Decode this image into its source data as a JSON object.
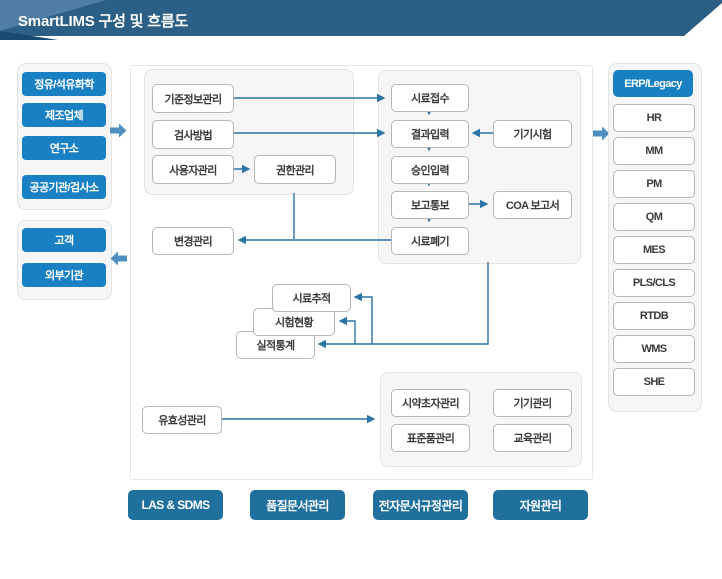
{
  "header": {
    "title": "SmartLIMS 구성 및 흐름도"
  },
  "colors": {
    "header_bg": "#2c5f86",
    "header_light": "#4f7da3",
    "header_dark": "#174a6e",
    "accent_blue": "#1a80c4",
    "module_button_blue": "#20709e",
    "connector_line": "#2b74a6",
    "block_arrow": "#4e8fc0"
  },
  "left_panel": {
    "industries": [
      "정유/석유화학",
      "제조업체",
      "연구소",
      "공공기관/검사소"
    ],
    "externals": [
      "고객",
      "외부기관"
    ]
  },
  "master_group": {
    "items": [
      "기준정보관리",
      "검사방법",
      "사용자관리",
      "권한관리"
    ]
  },
  "change_box": "변경관리",
  "flow_group": {
    "steps": [
      "시료접수",
      "결과입력",
      "승인입력",
      "보고통보",
      "시료폐기"
    ],
    "side": [
      "기기시험",
      "COA 보고서"
    ]
  },
  "analysis_boxes": [
    "시료추적",
    "시험현황",
    "실적통계"
  ],
  "validation_box": "유효성관리",
  "resource_group": {
    "items": [
      "시약초자관리",
      "기기관리",
      "표준품관리",
      "교육관리"
    ]
  },
  "right_panel": {
    "header": "ERP/Legacy",
    "items": [
      "HR",
      "MM",
      "PM",
      "QM",
      "MES",
      "PLS/CLS",
      "RTDB",
      "WMS",
      "SHE"
    ]
  },
  "bottom_buttons": [
    "LAS & SDMS",
    "품질문서관리",
    "전자문서규정관리",
    "자원관리"
  ]
}
